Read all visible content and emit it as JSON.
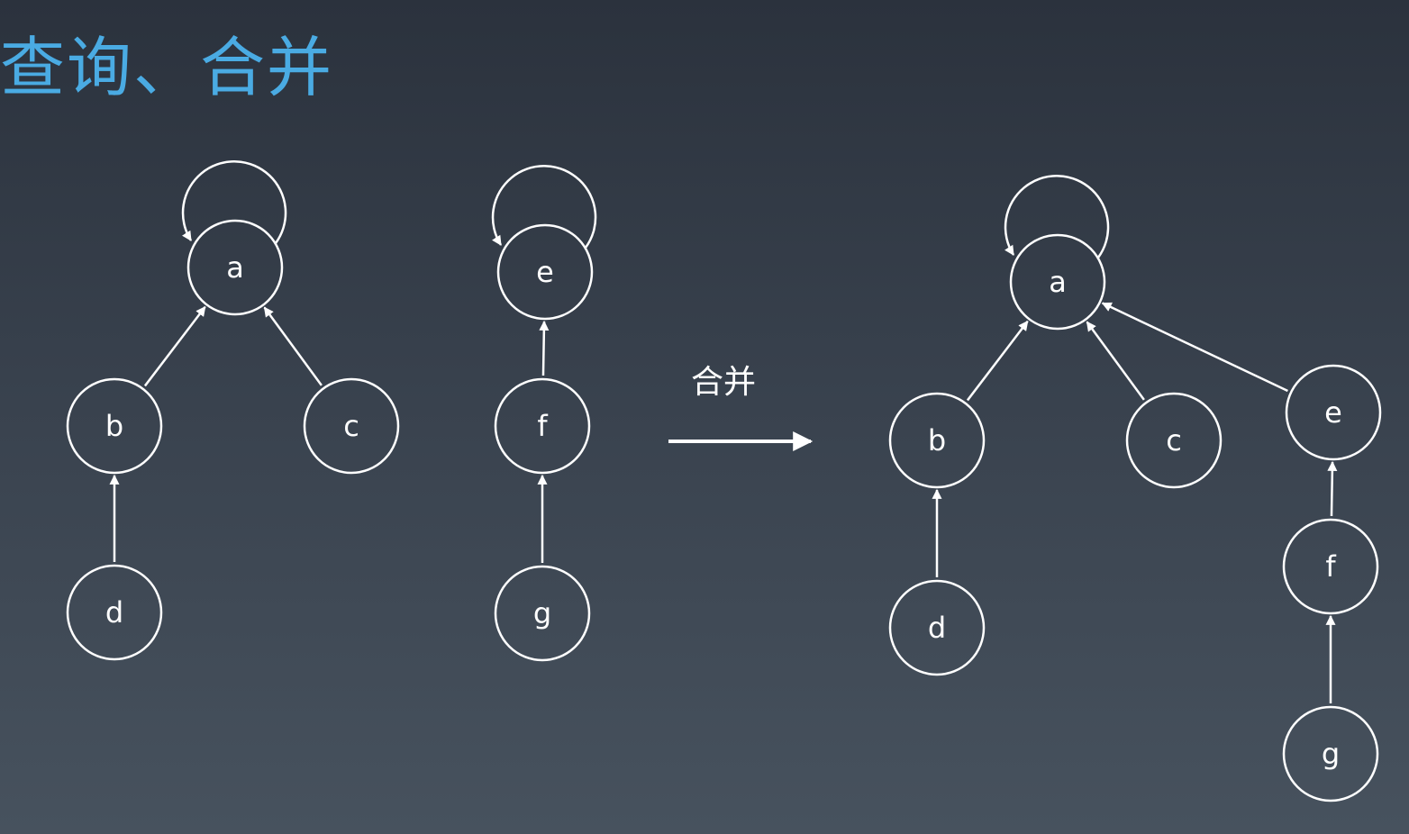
{
  "title": "查询、合并",
  "arrow_label": "合并",
  "colors": {
    "title": "#4aabe3",
    "stroke": "#ffffff",
    "background_top": "#2b323d",
    "background_bottom": "#47525e"
  },
  "before": {
    "trees": [
      {
        "root": "a",
        "nodes": [
          "a",
          "b",
          "c",
          "d"
        ],
        "edges": [
          [
            "b",
            "a"
          ],
          [
            "c",
            "a"
          ],
          [
            "d",
            "b"
          ]
        ]
      },
      {
        "root": "e",
        "nodes": [
          "e",
          "f",
          "g"
        ],
        "edges": [
          [
            "f",
            "e"
          ],
          [
            "g",
            "f"
          ]
        ]
      }
    ]
  },
  "after": {
    "trees": [
      {
        "root": "a",
        "nodes": [
          "a",
          "b",
          "c",
          "d",
          "e",
          "f",
          "g"
        ],
        "edges": [
          [
            "b",
            "a"
          ],
          [
            "c",
            "a"
          ],
          [
            "e",
            "a"
          ],
          [
            "d",
            "b"
          ],
          [
            "f",
            "e"
          ],
          [
            "g",
            "f"
          ]
        ]
      }
    ]
  }
}
